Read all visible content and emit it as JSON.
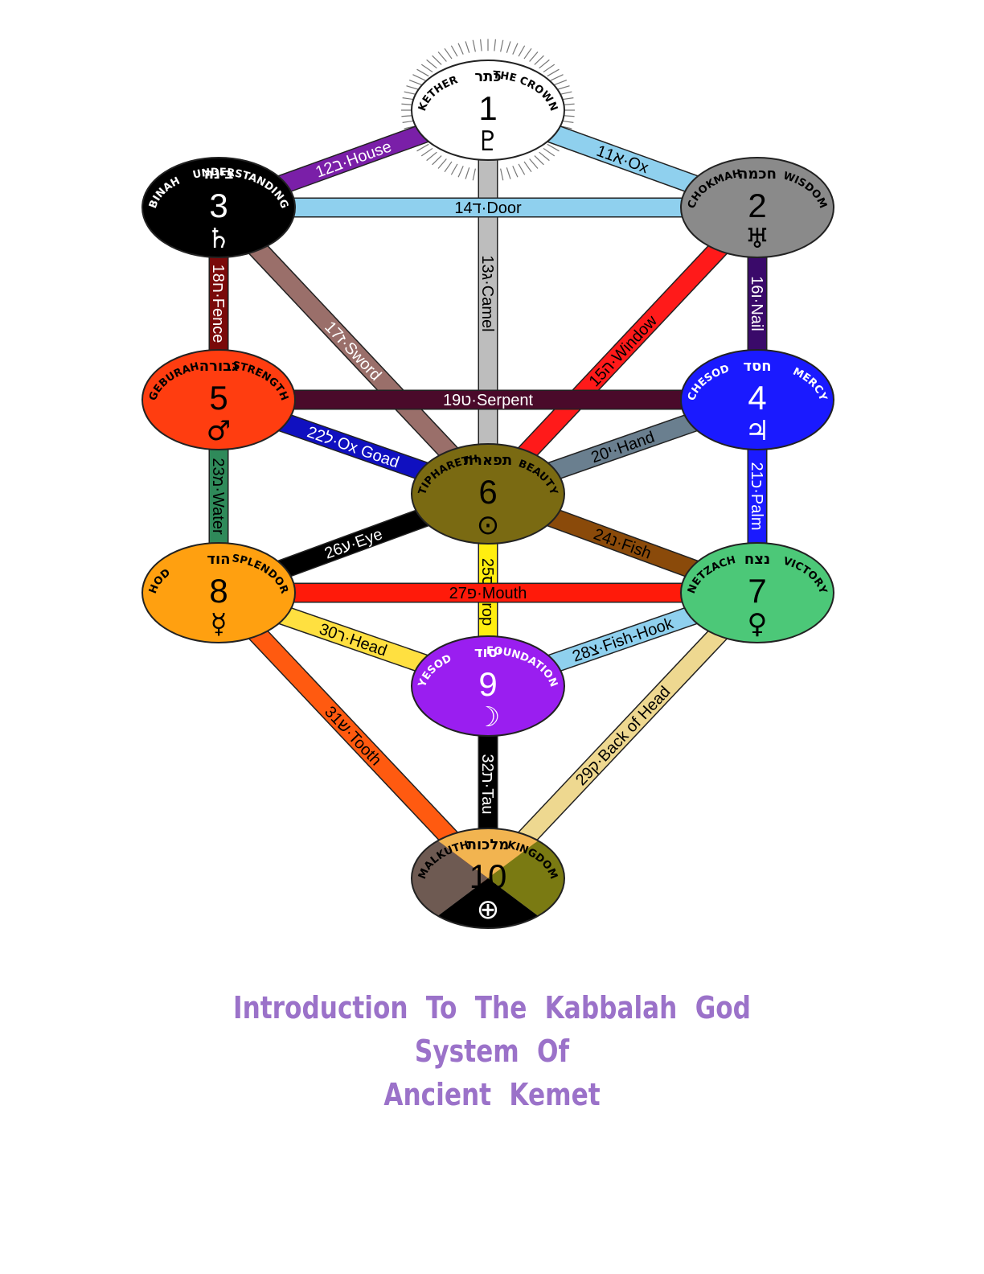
{
  "title_line1": "Introduction To The Kabbalah God System Of",
  "title_line2": "Ancient Kemet",
  "sephiroth": [
    {
      "id": 1,
      "number": "1",
      "name": "KETHER",
      "meaning": "THE CROWN",
      "hebrew": "כתר",
      "planet": "♇",
      "color": "#ffffff",
      "text_color": "#000000"
    },
    {
      "id": 2,
      "number": "2",
      "name": "CHOKMAH",
      "meaning": "WISDOM",
      "hebrew": "חכמה",
      "planet": "♅",
      "color": "#8a8a8a",
      "text_color": "#000000"
    },
    {
      "id": 3,
      "number": "3",
      "name": "BINAH",
      "meaning": "UNDERSTANDING",
      "hebrew": "בינה",
      "planet": "♄",
      "color": "#000000",
      "text_color": "#ffffff"
    },
    {
      "id": 4,
      "number": "4",
      "name": "CHESOD",
      "meaning": "MERCY",
      "hebrew": "חסד",
      "planet": "♃",
      "color": "#1a1aff",
      "text_color": "#ffffff"
    },
    {
      "id": 5,
      "number": "5",
      "name": "GEBURAH",
      "meaning": "STRENGTH",
      "hebrew": "גבורה",
      "planet": "♂",
      "color": "#ff3d10",
      "text_color": "#000000"
    },
    {
      "id": 6,
      "number": "6",
      "name": "TIPHARETH",
      "meaning": "BEAUTY",
      "hebrew": "תפארת",
      "planet": "⊙",
      "color": "#7a6a12",
      "text_color": "#000000"
    },
    {
      "id": 7,
      "number": "7",
      "name": "NETZACH",
      "meaning": "VICTORY",
      "hebrew": "נצח",
      "planet": "♀",
      "color": "#4cc878",
      "text_color": "#000000"
    },
    {
      "id": 8,
      "number": "8",
      "name": "HOD",
      "meaning": "SPLENDOR",
      "hebrew": "הוד",
      "planet": "☿",
      "color": "#ffa010",
      "text_color": "#000000"
    },
    {
      "id": 9,
      "number": "9",
      "name": "YESOD",
      "meaning": "FOUNDATION",
      "hebrew": "יסוד",
      "planet": "☽",
      "color": "#9a1ef0",
      "text_color": "#ffffff"
    },
    {
      "id": 10,
      "number": "10",
      "name": "MALKUTH",
      "meaning": "KINGDOM",
      "hebrew": "מלכות",
      "planet": "⊕",
      "color": "#f2b450",
      "text_color": "#000000"
    }
  ],
  "paths": [
    {
      "from": 1,
      "to": 2,
      "label": "11א·Ox",
      "color": "#8fd0ee",
      "text_color": "#000000"
    },
    {
      "from": 1,
      "to": 3,
      "label": "12ב·House",
      "color": "#7a1fa8",
      "text_color": "#ffffff"
    },
    {
      "from": 1,
      "to": 6,
      "label": "13ג·Camel",
      "color": "#bdbdbd",
      "text_color": "#000000"
    },
    {
      "from": 2,
      "to": 3,
      "label": "14ד·Door",
      "color": "#8fd0ee",
      "text_color": "#000000"
    },
    {
      "from": 2,
      "to": 6,
      "label": "15ה·Window",
      "color": "#ff1a1a",
      "text_color": "#000000"
    },
    {
      "from": 2,
      "to": 4,
      "label": "16ו·Nail",
      "color": "#3a0a6a",
      "text_color": "#ffffff"
    },
    {
      "from": 3,
      "to": 6,
      "label": "17ז·Sword",
      "color": "#9a6f6a",
      "text_color": "#ffffff"
    },
    {
      "from": 3,
      "to": 5,
      "label": "18ח·Fence",
      "color": "#7a0a0a",
      "text_color": "#ffffff"
    },
    {
      "from": 4,
      "to": 5,
      "label": "19ט·Serpent",
      "color": "#4a0a2a",
      "text_color": "#ffffff"
    },
    {
      "from": 4,
      "to": 6,
      "label": "20י·Hand",
      "color": "#6a7f8f",
      "text_color": "#000000"
    },
    {
      "from": 4,
      "to": 7,
      "label": "21כ·Palm",
      "color": "#1a1aff",
      "text_color": "#ffffff"
    },
    {
      "from": 5,
      "to": 6,
      "label": "22ל·Ox Goad",
      "color": "#1010c0",
      "text_color": "#ffffff"
    },
    {
      "from": 5,
      "to": 8,
      "label": "23מ·Water",
      "color": "#2f8a5a",
      "text_color": "#000000"
    },
    {
      "from": 6,
      "to": 7,
      "label": "24נ·Fish",
      "color": "#8a4a0a",
      "text_color": "#000000"
    },
    {
      "from": 6,
      "to": 9,
      "label": "25ס·Prop",
      "color": "#ffee10",
      "text_color": "#000000"
    },
    {
      "from": 6,
      "to": 8,
      "label": "26ע·Eye",
      "color": "#000000",
      "text_color": "#ffffff"
    },
    {
      "from": 7,
      "to": 8,
      "label": "27פ·Mouth",
      "color": "#ff1a0a",
      "text_color": "#000000"
    },
    {
      "from": 7,
      "to": 9,
      "label": "28צ·Fish-Hook",
      "color": "#8fd0ee",
      "text_color": "#000000"
    },
    {
      "from": 7,
      "to": 10,
      "label": "29ק·Back of Head",
      "color": "#eed890",
      "text_color": "#000000"
    },
    {
      "from": 8,
      "to": 9,
      "label": "30ר·Head",
      "color": "#ffe040",
      "text_color": "#000000"
    },
    {
      "from": 8,
      "to": 10,
      "label": "31ש·Tooth",
      "color": "#ff5a10",
      "text_color": "#000000"
    },
    {
      "from": 9,
      "to": 10,
      "label": "32ת·Tau",
      "color": "#000000",
      "text_color": "#ffffff"
    }
  ]
}
